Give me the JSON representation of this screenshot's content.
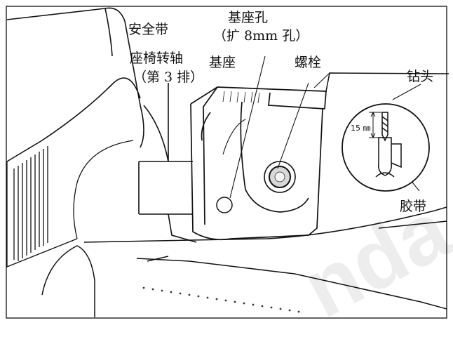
{
  "labels": {
    "seat_belt": "安全带",
    "base_hole": "基座孔",
    "base_hole_note": "（扩 8mm 孔）",
    "seat_pivot": "座椅转轴",
    "seat_pivot_note": "（第 3 排）",
    "base": "基座",
    "bolt": "螺栓",
    "drill_bit": "钻头",
    "depth": "15 ㎜",
    "tape": "胶带"
  },
  "watermark": "nda"
}
